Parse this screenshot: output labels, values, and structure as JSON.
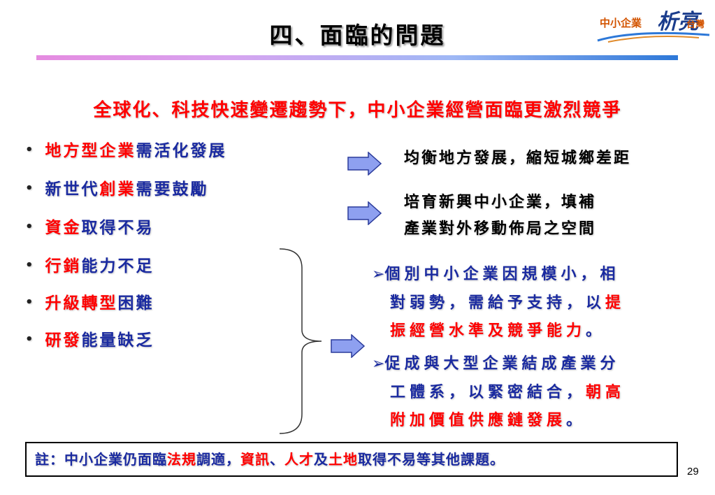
{
  "title": "四、面臨的問題",
  "logo": {
    "text": "中小企業",
    "brand": "析亮",
    "suffix": "台灣"
  },
  "subtitle": "全球化、科技快速變遷趨勢下，中小企業經營面臨更激烈競爭",
  "bullets": [
    {
      "red": "地方型企業",
      "blue": "需活化發展"
    },
    {
      "blue_pre": "新世代",
      "red": "創業",
      "blue": "需要鼓勵"
    },
    {
      "red": "資金",
      "blue": "取得不易"
    },
    {
      "red": "行銷",
      "blue": "能力不足"
    },
    {
      "red": "升級轉型",
      "blue": "困難"
    },
    {
      "red": "研發",
      "blue": "能量缺乏"
    }
  ],
  "right": {
    "line1": "均衡地方發展，縮短城鄉差距",
    "line2a": "培育新興中小企業，填補",
    "line2b": "產業對外移動佈局之空間"
  },
  "points": [
    {
      "line1": "個別中小企業因規模小，相",
      "line2_blue": "對弱勢，需給予支持，以",
      "line2_red": "提",
      "line3_red": "振經營水準及競爭能力",
      "line3_end": "。"
    },
    {
      "line1": "促成與大型企業結成產業分",
      "line2_blue": "工體系，以緊密結合，",
      "line2_red": "朝高",
      "line3_red": "附加價值供應鏈發展",
      "line3_end": "。"
    }
  ],
  "note": {
    "prefix": "註：中小企業仍面臨",
    "r1": "法規",
    "b1": "調適，",
    "r2": "資訊",
    "b2": "、",
    "r3": "人才",
    "b3": "及",
    "r4": "土地",
    "b4": "取得不易等其他課題。"
  },
  "page_number": "29",
  "colors": {
    "accent_red": "#ff0000",
    "text_blue": "#1a2aa0",
    "arrow_fill": "#8ea0f0"
  }
}
